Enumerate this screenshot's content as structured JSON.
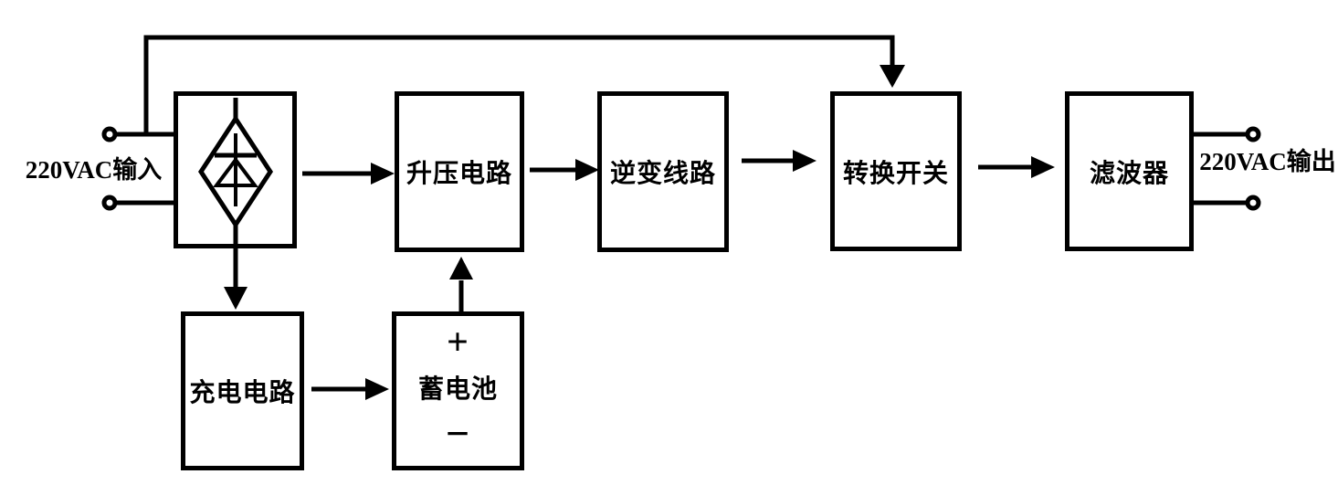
{
  "canvas": {
    "background": "#ffffff",
    "line_color": "#000000"
  },
  "io": {
    "input_label": "220VAC输入",
    "output_label": "220VAC输出"
  },
  "blocks": {
    "rectifier": {
      "symbol": "bridge-rectifier-diode"
    },
    "boost": {
      "label": "升压电路"
    },
    "inverter": {
      "label": "逆变线路"
    },
    "transfer_switch": {
      "label": "转换开关"
    },
    "filter": {
      "label": "滤波器"
    },
    "charger": {
      "label": "充电电路"
    },
    "battery": {
      "plus": "+",
      "label": "蓄电池",
      "minus": "−"
    }
  },
  "connections": [
    {
      "from": "ac-input",
      "to": "rectifier"
    },
    {
      "from": "ac-input",
      "to": "transfer_switch",
      "via": "bypass-top-line"
    },
    {
      "from": "rectifier",
      "to": "boost"
    },
    {
      "from": "boost",
      "to": "inverter"
    },
    {
      "from": "inverter",
      "to": "transfer_switch"
    },
    {
      "from": "transfer_switch",
      "to": "filter"
    },
    {
      "from": "filter",
      "to": "ac-output"
    },
    {
      "from": "rectifier",
      "to": "charger"
    },
    {
      "from": "charger",
      "to": "battery"
    },
    {
      "from": "battery",
      "to": "boost"
    }
  ]
}
